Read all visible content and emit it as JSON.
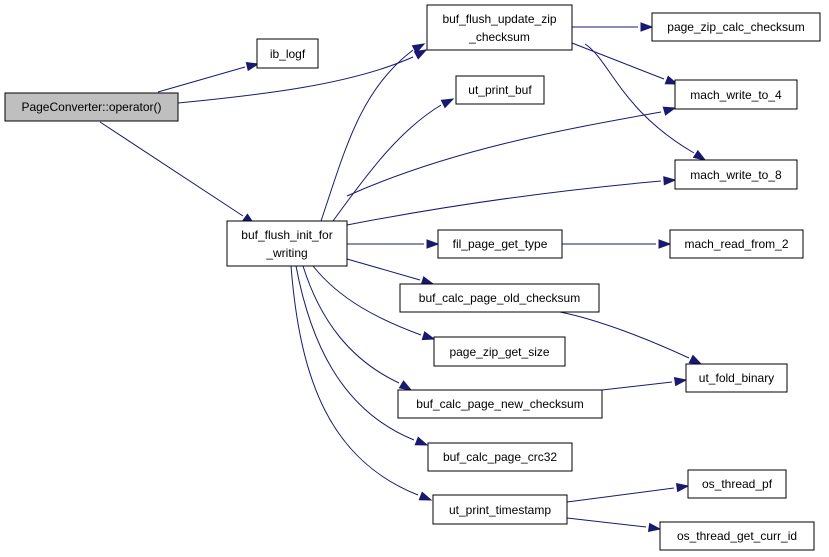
{
  "colors": {
    "edge": "#191970",
    "node_fill": "#ffffff",
    "root_fill": "#bfbfbf",
    "border": "#000000"
  },
  "nodes": {
    "page_converter": {
      "label": "PageConverter::operator()"
    },
    "ib_logf": {
      "label": "ib_logf"
    },
    "buf_flush_update_zip_checksum": {
      "label": [
        "buf_flush_update_zip",
        "_checksum"
      ]
    },
    "page_zip_calc_checksum": {
      "label": "page_zip_calc_checksum"
    },
    "ut_print_buf": {
      "label": "ut_print_buf"
    },
    "mach_write_to_4": {
      "label": "mach_write_to_4"
    },
    "mach_write_to_8": {
      "label": "mach_write_to_8"
    },
    "buf_flush_init_for_writing": {
      "label": [
        "buf_flush_init_for",
        "_writing"
      ]
    },
    "fil_page_get_type": {
      "label": "fil_page_get_type"
    },
    "mach_read_from_2": {
      "label": "mach_read_from_2"
    },
    "buf_calc_page_old_checksum": {
      "label": "buf_calc_page_old_checksum"
    },
    "page_zip_get_size": {
      "label": "page_zip_get_size"
    },
    "ut_fold_binary": {
      "label": "ut_fold_binary"
    },
    "buf_calc_page_new_checksum": {
      "label": "buf_calc_page_new_checksum"
    },
    "buf_calc_page_crc32": {
      "label": "buf_calc_page_crc32"
    },
    "ut_print_timestamp": {
      "label": "ut_print_timestamp"
    },
    "os_thread_pf": {
      "label": "os_thread_pf"
    },
    "os_thread_get_curr_id": {
      "label": "os_thread_get_curr_id"
    }
  },
  "edges": [
    {
      "from": "page_converter",
      "to": "ib_logf"
    },
    {
      "from": "page_converter",
      "to": "buf_flush_update_zip_checksum"
    },
    {
      "from": "page_converter",
      "to": "buf_flush_init_for_writing"
    },
    {
      "from": "buf_flush_update_zip_checksum",
      "to": "page_zip_calc_checksum"
    },
    {
      "from": "buf_flush_update_zip_checksum",
      "to": "mach_write_to_4"
    },
    {
      "from": "buf_flush_update_zip_checksum",
      "to": "mach_write_to_8"
    },
    {
      "from": "buf_flush_init_for_writing",
      "to": "buf_flush_update_zip_checksum"
    },
    {
      "from": "buf_flush_init_for_writing",
      "to": "ut_print_buf"
    },
    {
      "from": "buf_flush_init_for_writing",
      "to": "mach_write_to_4"
    },
    {
      "from": "buf_flush_init_for_writing",
      "to": "mach_write_to_8"
    },
    {
      "from": "buf_flush_init_for_writing",
      "to": "fil_page_get_type"
    },
    {
      "from": "buf_flush_init_for_writing",
      "to": "buf_calc_page_old_checksum"
    },
    {
      "from": "buf_flush_init_for_writing",
      "to": "page_zip_get_size"
    },
    {
      "from": "buf_flush_init_for_writing",
      "to": "buf_calc_page_new_checksum"
    },
    {
      "from": "buf_flush_init_for_writing",
      "to": "buf_calc_page_crc32"
    },
    {
      "from": "buf_flush_init_for_writing",
      "to": "ut_print_timestamp"
    },
    {
      "from": "fil_page_get_type",
      "to": "mach_read_from_2"
    },
    {
      "from": "buf_calc_page_old_checksum",
      "to": "ut_fold_binary"
    },
    {
      "from": "buf_calc_page_new_checksum",
      "to": "ut_fold_binary"
    },
    {
      "from": "ut_print_timestamp",
      "to": "os_thread_pf"
    },
    {
      "from": "ut_print_timestamp",
      "to": "os_thread_get_curr_id"
    }
  ]
}
